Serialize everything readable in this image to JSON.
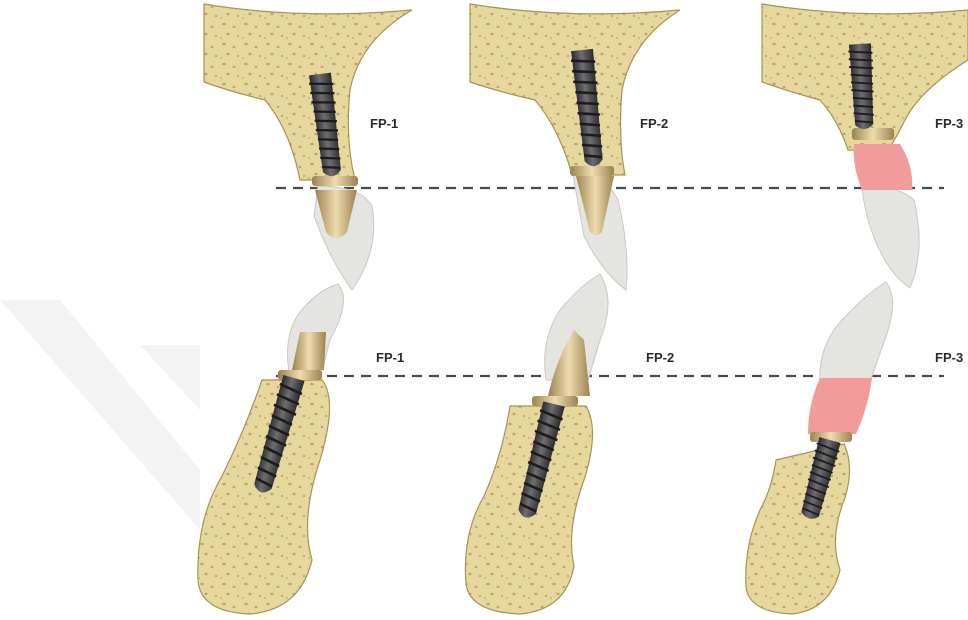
{
  "colors": {
    "bone_fill": "#e6d79c",
    "bone_stroke": "#a79356",
    "bone_dots": "#bda66b",
    "implant": "#3d3d3f",
    "implant_highlight": "#7b7b7e",
    "abutment": "#cdb27a",
    "crown": "#e4e4e0",
    "gingiva": "#f19b9b",
    "dashed_line": "#4a4a4a",
    "watermark": "#f3f3f3"
  },
  "icons": {
    "bone": "bone-cross-section-icon",
    "implant": "implant-screw-icon",
    "abutment": "abutment-icon",
    "crown": "crown-icon",
    "gingiva": "pink-gingiva-icon",
    "watermark": "watermark-chevron-icon"
  },
  "maxilla": {
    "labels": [
      "FP-1",
      "FP-2",
      "FP-3"
    ]
  },
  "mandible": {
    "labels": [
      "FP-1",
      "FP-2",
      "FP-3"
    ]
  }
}
